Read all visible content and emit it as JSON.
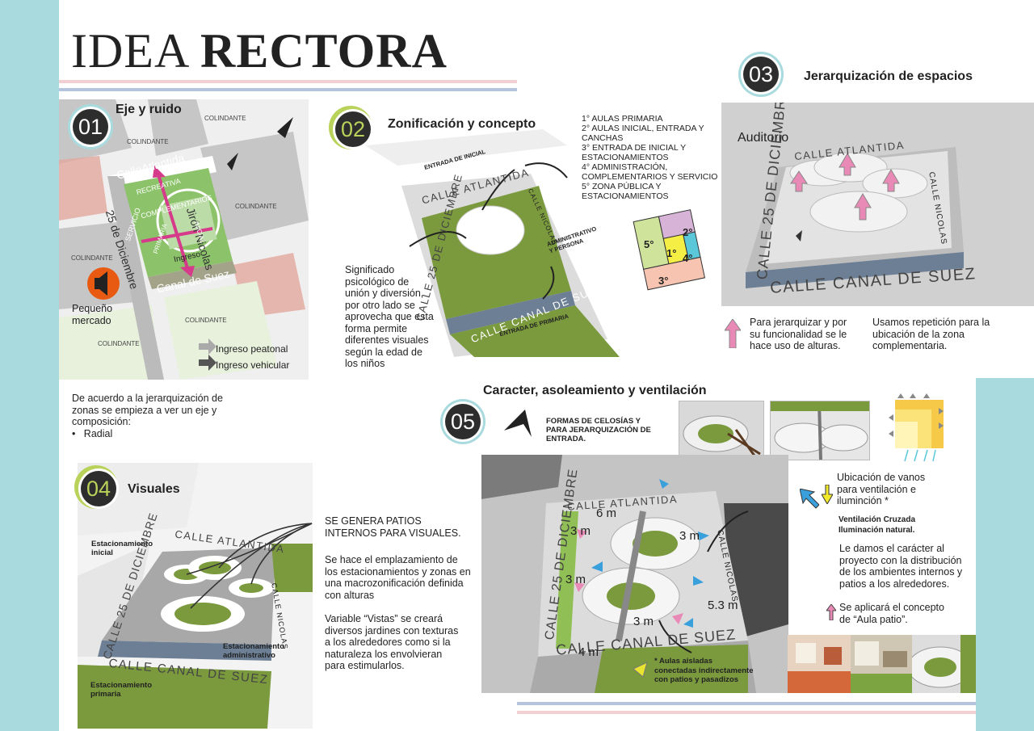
{
  "header": {
    "title_light": "IDEA",
    "title_bold": "RECTORA"
  },
  "colors": {
    "teal": "#a8dade",
    "pink": "#f2cfd2",
    "blue": "#b6c5df",
    "green": "#7a9a3d",
    "badge": "#2d2d2d"
  },
  "s01": {
    "num": "01",
    "title": "Eje y ruido",
    "map": {
      "colindante": "COLINDANTE",
      "calle_atlantida": "CalleAtlantida",
      "jiron": "Jirón Nicolas",
      "dic": "25 de Diciembre",
      "canal": "Canal de Suez",
      "recreativa": "RECREATIVA",
      "complementarios": "COMPLEMENTARIOS",
      "servicio": "SERVICIO",
      "primaria": "PRIMARIA",
      "inicial": "INICIAL",
      "ingreso": "Ingreso",
      "pequeno": "Pequeño",
      "mercado": "mercado",
      "ingreso_peatonal": "Ingreso peatonal",
      "ingreso_vehicular": "Ingreso vehicular"
    },
    "caption": [
      "De acuerdo a la jerarquización de",
      "zonas se empieza a ver un eje y",
      "composición:"
    ],
    "bullet": "Radial"
  },
  "s02": {
    "num": "02",
    "title": "Zonificación y concepto",
    "list": [
      "1° AULAS PRIMARIA",
      "2° AULAS INICIAL, ENTRADA Y",
      "CANCHAS",
      "3° ENTRADA DE INICIAL Y",
      "ESTACIONAMIENTOS",
      "4° ADMINISTRACIÓN,",
      "COMPLEMENTARIOS Y SERVICIO",
      "5° ZONA PÚBLICA Y",
      "ESTACIONAMIENTOS"
    ],
    "note": [
      "Significado",
      "psicológico de",
      "unión y diversión,",
      "por otro lado se",
      "aprovecha que esta",
      "forma permite",
      "diferentes visuales",
      "según la edad de",
      "los niños"
    ],
    "map": {
      "entrada_inicial": "ENTRADA DE INICIAL",
      "atlantida": "CALLE ATLANTIDA",
      "dic": "CALLE 25 DE DICIEMBRE",
      "nicolas": "CALLE NICOLAS",
      "administrativo": "ADMINISTRATIVO",
      "persona": "Y PERSONA",
      "canal": "CALLE CANAL DE SUEZ",
      "entrada_primaria": "ENTRADA DE PRIMARIA"
    },
    "zones": [
      "1°",
      "2°",
      "3°",
      "4°",
      "5°"
    ]
  },
  "s03": {
    "num": "03",
    "title": "Jerarquización de espacios",
    "map": {
      "auditorio": "Auditorio",
      "atlantida": "CALLE ATLANTIDA",
      "dic": "CALLE 25 DE DICIEMBRE",
      "nicolas": "CALLE NICOLAS",
      "canal": "CALLE CANAL DE SUEZ"
    },
    "text1": [
      "Para jerarquizar y por",
      "su funcionalidad se le",
      "hace uso de alturas."
    ],
    "text2": [
      "Usamos repetición para la",
      "ubicación de la zona",
      "complementaria."
    ]
  },
  "s04": {
    "num": "04",
    "title": "Visuales",
    "labels": {
      "est_inicial": [
        "Estacionamiento",
        "inicial"
      ],
      "est_admin": [
        "Estacionamiento",
        "administrativo"
      ],
      "est_primaria": [
        "Estacionamiento",
        "primaria"
      ],
      "atlantida": "CALLE ATLANTIDA",
      "dic": "CALLE 25 DE DICIEMBRE",
      "nicolas": "CALLE NICOLAS",
      "canal": "CALLE CANAL DE SUEZ"
    },
    "p1": [
      "SE GENERA PATIOS",
      "INTERNOS PARA VISUALES."
    ],
    "p2": [
      "Se hace el emplazamiento de",
      "los estacionamientos y zonas en",
      "una macrozonificación definida",
      "con alturas"
    ],
    "p3": [
      "Variable “Vistas” se creará",
      "diversos jardines con texturas",
      "a los alrededores como si la",
      "naturaleza los envolvieran",
      "para estimularlos."
    ]
  },
  "s05": {
    "num": "05",
    "title": "Caracter, asoleamiento y ventilación",
    "celosias": [
      "FORMAS DE CELOSÍAS Y",
      "PARA JERARQUIZACIÓN DE",
      "ENTRADA."
    ],
    "map": {
      "atlantida": "CALLE ATLANTIDA",
      "dic": "CALLE 25 DE DICIEMBRE",
      "nicolas": "CALLE NICOLAS",
      "canal": "CALLE CANAL DE SUEZ",
      "d1": "6 m",
      "d2": "3 m",
      "d3": "3 m",
      "d4": "3 m",
      "d5": "5.3 m",
      "d6": "3 m",
      "d7": "4 m"
    },
    "aulas": [
      "* Aulas aisladas",
      "conectadas indirectamente",
      "con patios y pasadizos"
    ],
    "vanos": [
      "Ubicación de vanos",
      "para ventilación  e",
      "iluminción *"
    ],
    "vent": [
      "Ventilación Cruzada",
      "Iluminación natural."
    ],
    "caracter": [
      "Le damos el carácter al",
      "proyecto con la distribución",
      "de los ambientes internos y",
      "patios a los alrededores."
    ],
    "concepto": [
      "Se aplicará el concepto",
      "de “Aula patio”."
    ]
  }
}
